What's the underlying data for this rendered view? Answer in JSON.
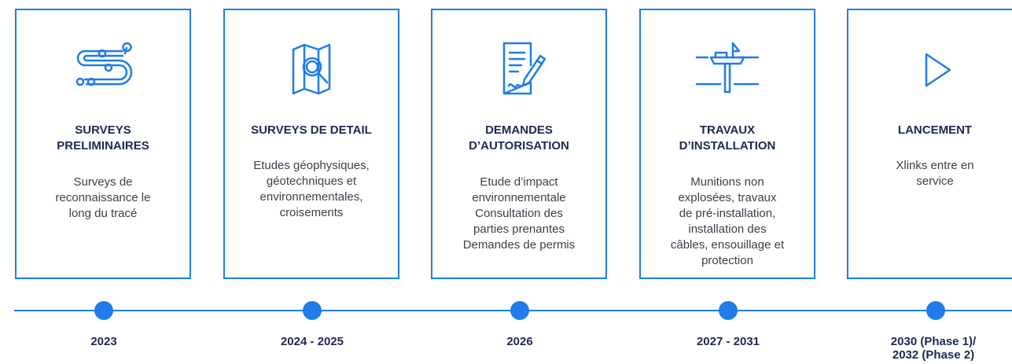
{
  "colors": {
    "accent": "#1e7de8",
    "title": "#1c2952",
    "text": "#3b3f4a"
  },
  "steps": [
    {
      "icon": "route-path-icon",
      "title": "SURVEYS\nPRELIMINAIRES",
      "description": "Surveys de\nreconnaissance le\nlong du tracé",
      "year": "2023"
    },
    {
      "icon": "map-search-icon",
      "title": "SURVEYS DE DETAIL",
      "description": "Etudes géophysiques,\ngéotechniques et\nenvironnementales,\ncroisements",
      "year": "2024 - 2025"
    },
    {
      "icon": "document-sign-icon",
      "title": "DEMANDES\nD’AUTORISATION",
      "description": "Etude d’impact\nenvironnementale\nConsultation des\nparties prenantes\nDemandes de permis",
      "year": "2026"
    },
    {
      "icon": "cable-ship-icon",
      "title": "TRAVAUX\nD’INSTALLATION",
      "description": "Munitions non\nexplosées, travaux\nde pré-installation,\ninstallation des\ncâbles, ensouillage et\nprotection",
      "year": "2027 - 2031"
    },
    {
      "icon": "play-icon",
      "title": "LANCEMENT",
      "description": "Xlinks entre en\nservice",
      "year": "2030 (Phase 1)/\n2032 (Phase 2)"
    }
  ]
}
